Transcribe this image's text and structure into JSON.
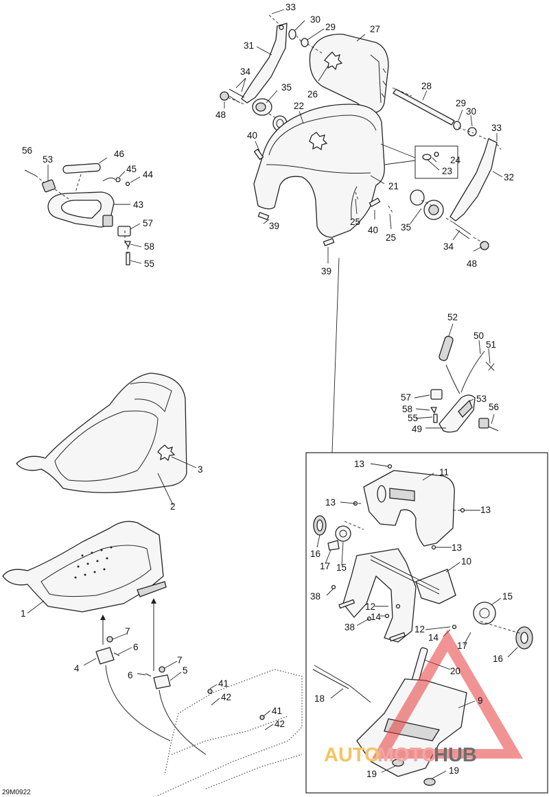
{
  "figure_code": "29M0922",
  "callouts": {
    "c33a": "33",
    "c30a": "30",
    "c29a": "29",
    "c27": "27",
    "c31": "31",
    "c34a": "34",
    "c35a": "35",
    "c26": "26",
    "c48a": "48",
    "c22": "22",
    "c28": "28",
    "c29b": "29",
    "c30b": "30",
    "c33b": "33",
    "c40a": "40",
    "c24": "24",
    "c23": "23",
    "c32": "32",
    "c21": "21",
    "c25a": "25",
    "c40b": "40",
    "c39a": "39",
    "c25b": "25",
    "c35b": "35",
    "c34b": "34",
    "c48b": "48",
    "c39b": "39",
    "c56a": "56",
    "c53a": "53",
    "c46": "46",
    "c45": "45",
    "c44": "44",
    "c43": "43",
    "c57a": "57",
    "c58a": "58",
    "c55a": "55",
    "c52": "52",
    "c50": "50",
    "c51": "51",
    "c57b": "57",
    "c53b": "53",
    "c58b": "58",
    "c56b": "56",
    "c55b": "55",
    "c49": "49",
    "c3": "3",
    "c2": "2",
    "c1": "1",
    "c7a": "7",
    "c6a": "6",
    "c4": "4",
    "c7b": "7",
    "c6b": "6",
    "c5": "5",
    "c41a": "41",
    "c42a": "42",
    "c41b": "41",
    "c42b": "42",
    "c13a": "13",
    "c11": "11",
    "c13b": "13",
    "c13c": "13",
    "c13d": "13",
    "c16a": "16",
    "c17a": "17",
    "c15a": "15",
    "c10": "10",
    "c38a": "38",
    "c12a": "12",
    "c14a": "14",
    "c38b": "38",
    "c15b": "15",
    "c12b": "12",
    "c14b": "14",
    "c17b": "17",
    "c16b": "16",
    "c20": "20",
    "c18": "18",
    "c9": "9",
    "c19a": "19",
    "c19b": "19"
  },
  "watermark": {
    "part1": "AUTO",
    "part2": "MOTO",
    "part3": "HUB",
    "triangle_color": "#e83a3a"
  }
}
